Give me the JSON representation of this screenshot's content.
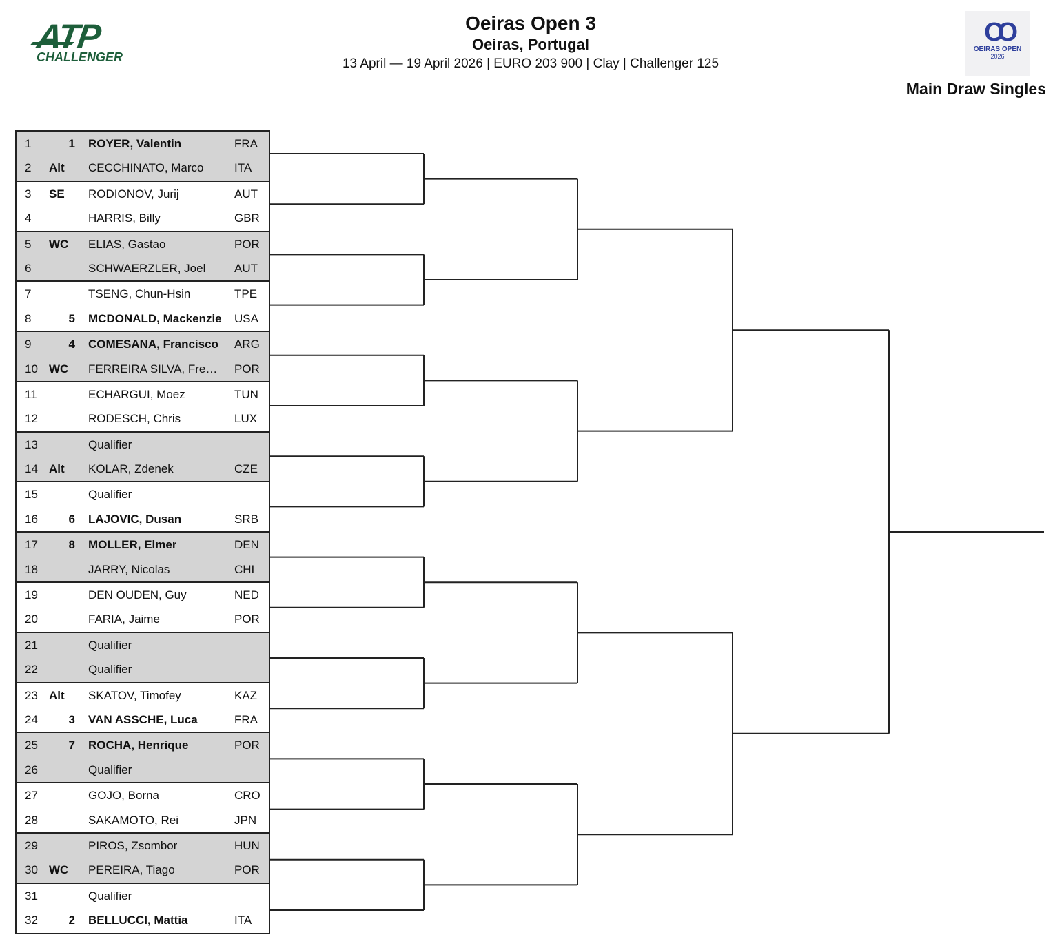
{
  "header": {
    "title": "Oeiras Open 3",
    "location": "Oeiras, Portugal",
    "details": "13 April — 19 April 2026 | EURO 203 900 | Clay | Challenger 125",
    "draw": "Main Draw Singles"
  },
  "logos": {
    "atp": "ATP",
    "atp_sub": "CHALLENGER",
    "oeiras": "OEIRAS OPEN",
    "oeiras_year": "2026"
  },
  "players": [
    {
      "n": "1",
      "seed": "1",
      "entry": "",
      "name": "ROYER, Valentin",
      "ctry": "FRA"
    },
    {
      "n": "2",
      "seed": "",
      "entry": "Alt",
      "name": "CECCHINATO, Marco",
      "ctry": "ITA"
    },
    {
      "n": "3",
      "seed": "",
      "entry": "SE",
      "name": "RODIONOV, Jurij",
      "ctry": "AUT"
    },
    {
      "n": "4",
      "seed": "",
      "entry": "",
      "name": "HARRIS, Billy",
      "ctry": "GBR"
    },
    {
      "n": "5",
      "seed": "",
      "entry": "WC",
      "name": "ELIAS, Gastao",
      "ctry": "POR"
    },
    {
      "n": "6",
      "seed": "",
      "entry": "",
      "name": "SCHWAERZLER, Joel",
      "ctry": "AUT"
    },
    {
      "n": "7",
      "seed": "",
      "entry": "",
      "name": "TSENG, Chun-Hsin",
      "ctry": "TPE"
    },
    {
      "n": "8",
      "seed": "5",
      "entry": "",
      "name": "MCDONALD, Mackenzie",
      "ctry": "USA"
    },
    {
      "n": "9",
      "seed": "4",
      "entry": "",
      "name": "COMESANA, Francisco",
      "ctry": "ARG"
    },
    {
      "n": "10",
      "seed": "",
      "entry": "WC",
      "name": "FERREIRA SILVA, Fre…",
      "ctry": "POR"
    },
    {
      "n": "11",
      "seed": "",
      "entry": "",
      "name": "ECHARGUI, Moez",
      "ctry": "TUN"
    },
    {
      "n": "12",
      "seed": "",
      "entry": "",
      "name": "RODESCH, Chris",
      "ctry": "LUX"
    },
    {
      "n": "13",
      "seed": "",
      "entry": "",
      "name": "Qualifier",
      "ctry": ""
    },
    {
      "n": "14",
      "seed": "",
      "entry": "Alt",
      "name": "KOLAR, Zdenek",
      "ctry": "CZE"
    },
    {
      "n": "15",
      "seed": "",
      "entry": "",
      "name": "Qualifier",
      "ctry": ""
    },
    {
      "n": "16",
      "seed": "6",
      "entry": "",
      "name": "LAJOVIC, Dusan",
      "ctry": "SRB"
    },
    {
      "n": "17",
      "seed": "8",
      "entry": "",
      "name": "MOLLER, Elmer",
      "ctry": "DEN"
    },
    {
      "n": "18",
      "seed": "",
      "entry": "",
      "name": "JARRY, Nicolas",
      "ctry": "CHI"
    },
    {
      "n": "19",
      "seed": "",
      "entry": "",
      "name": "DEN OUDEN, Guy",
      "ctry": "NED"
    },
    {
      "n": "20",
      "seed": "",
      "entry": "",
      "name": "FARIA, Jaime",
      "ctry": "POR"
    },
    {
      "n": "21",
      "seed": "",
      "entry": "",
      "name": "Qualifier",
      "ctry": ""
    },
    {
      "n": "22",
      "seed": "",
      "entry": "",
      "name": "Qualifier",
      "ctry": ""
    },
    {
      "n": "23",
      "seed": "",
      "entry": "Alt",
      "name": "SKATOV, Timofey",
      "ctry": "KAZ"
    },
    {
      "n": "24",
      "seed": "3",
      "entry": "",
      "name": "VAN ASSCHE, Luca",
      "ctry": "FRA"
    },
    {
      "n": "25",
      "seed": "7",
      "entry": "",
      "name": "ROCHA, Henrique",
      "ctry": "POR"
    },
    {
      "n": "26",
      "seed": "",
      "entry": "",
      "name": "Qualifier",
      "ctry": ""
    },
    {
      "n": "27",
      "seed": "",
      "entry": "",
      "name": "GOJO, Borna",
      "ctry": "CRO"
    },
    {
      "n": "28",
      "seed": "",
      "entry": "",
      "name": "SAKAMOTO, Rei",
      "ctry": "JPN"
    },
    {
      "n": "29",
      "seed": "",
      "entry": "",
      "name": "PIROS, Zsombor",
      "ctry": "HUN"
    },
    {
      "n": "30",
      "seed": "",
      "entry": "WC",
      "name": "PEREIRA, Tiago",
      "ctry": "POR"
    },
    {
      "n": "31",
      "seed": "",
      "entry": "",
      "name": "Qualifier",
      "ctry": ""
    },
    {
      "n": "32",
      "seed": "2",
      "entry": "",
      "name": "BELLUCCI, Mattia",
      "ctry": "ITA"
    }
  ]
}
